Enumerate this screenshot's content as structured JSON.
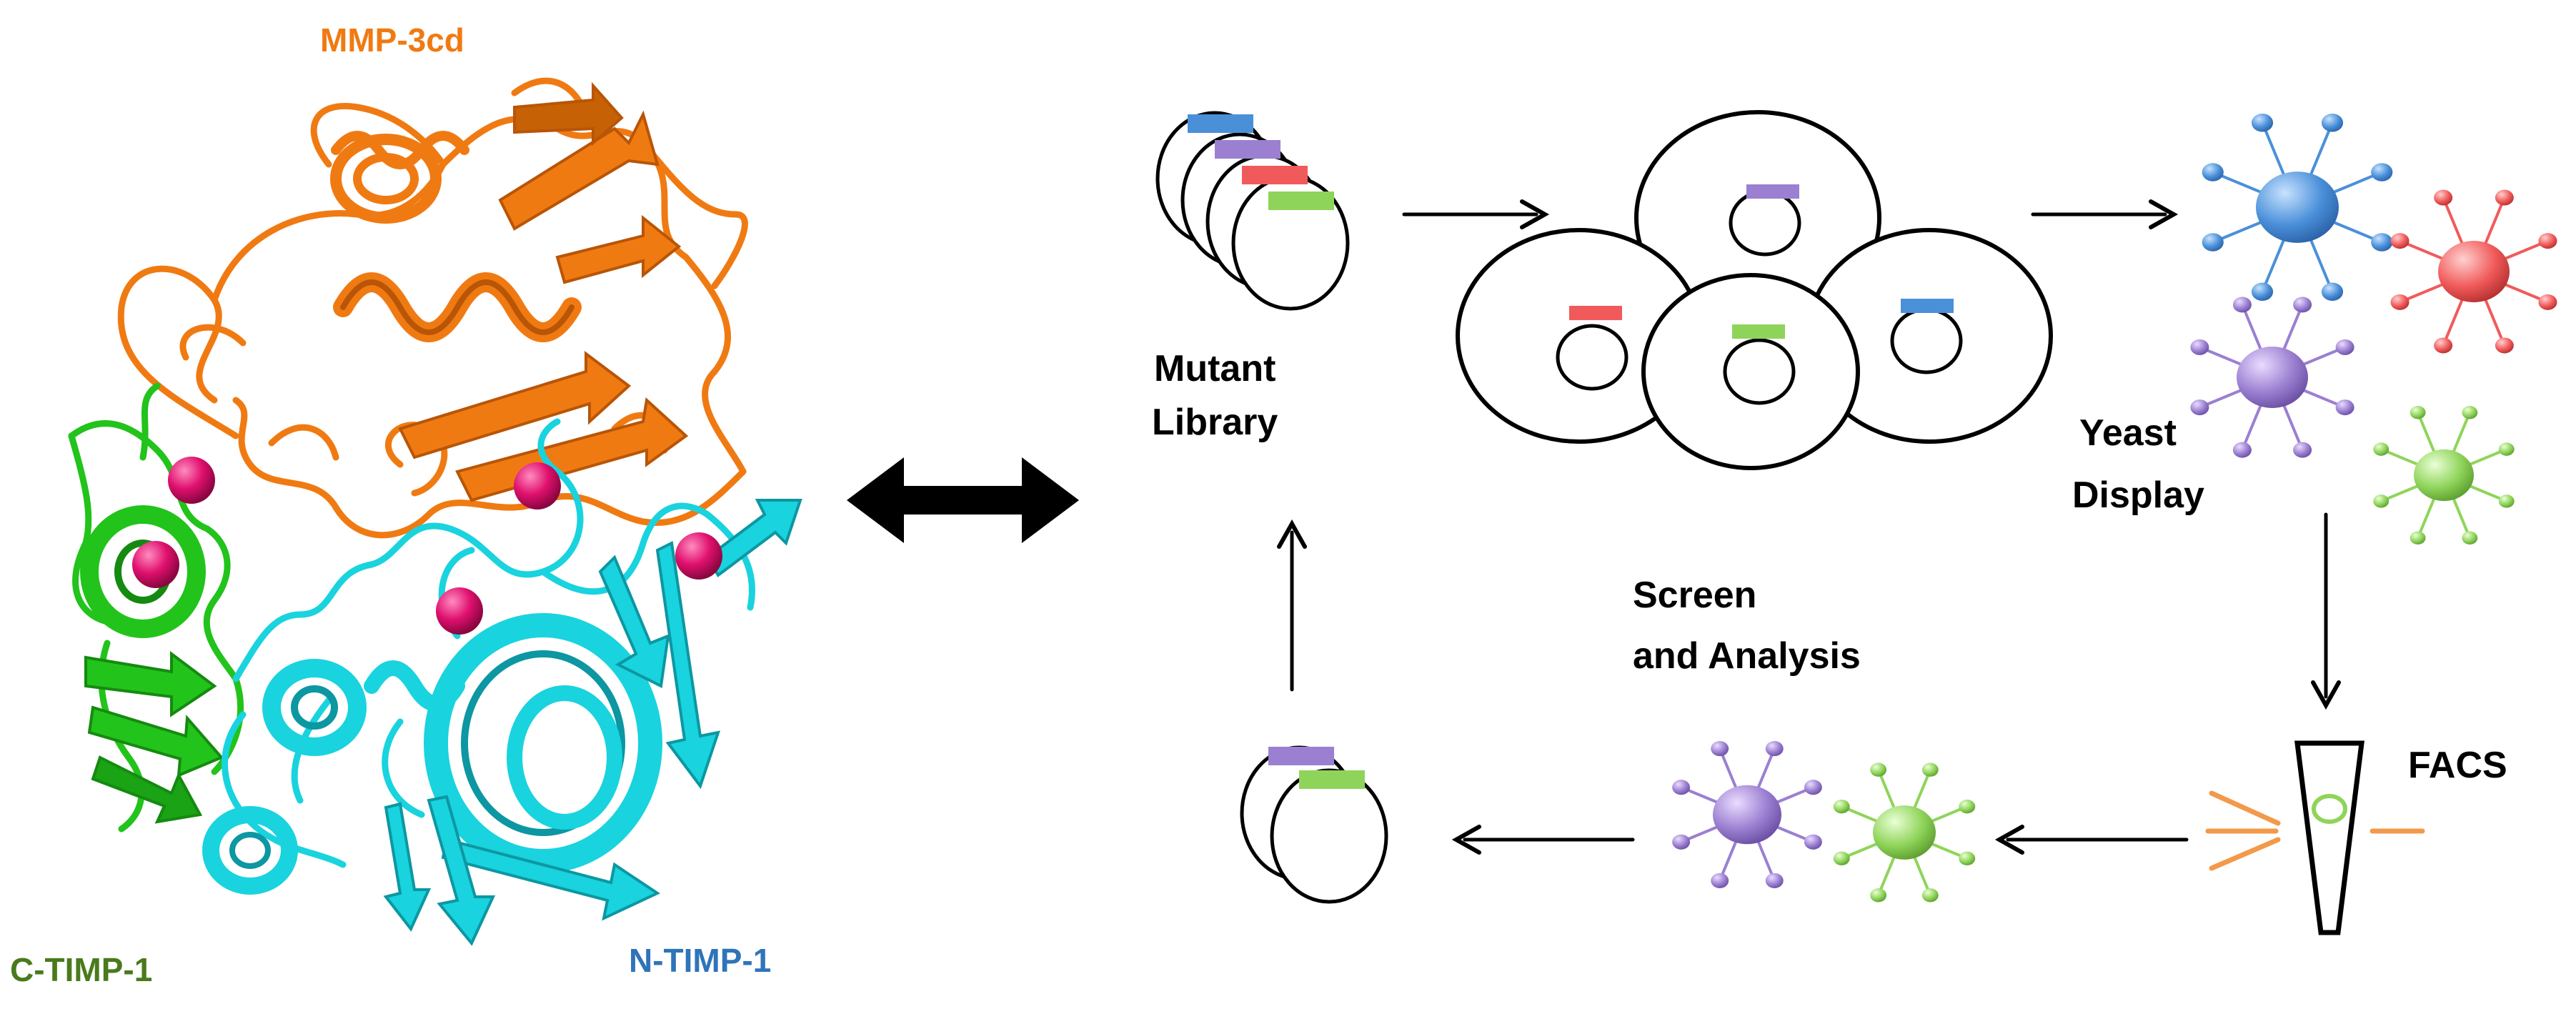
{
  "protein": {
    "labels": {
      "mmp": "MMP-3cd",
      "ctimp": "C-TIMP-1",
      "ntimp": "N-TIMP-1"
    },
    "colors": {
      "mmp": "#f07a12",
      "mmp_dark": "#b85507",
      "ctimp": "#22c31b",
      "ctimp_dark": "#158a10",
      "ntimp": "#19d3de",
      "ntimp_dark": "#0c97a2",
      "sphere": "#e0106e",
      "ctimp_label": "#4a7a1c",
      "ntimp_label": "#2f74b8"
    }
  },
  "workflow": {
    "labels": {
      "mutant_line1": "Mutant",
      "mutant_line2": "Library",
      "yeast_line1": "Yeast",
      "yeast_line2": "Display",
      "facs": "FACS",
      "screen_line1": "Screen",
      "screen_line2": "and Analysis"
    },
    "colors": {
      "blue": "#4a90d9",
      "purple": "#9b7fd1",
      "red": "#f15a5a",
      "green": "#8fd45a",
      "laser": "#f39a4a",
      "ink": "#000000"
    }
  }
}
